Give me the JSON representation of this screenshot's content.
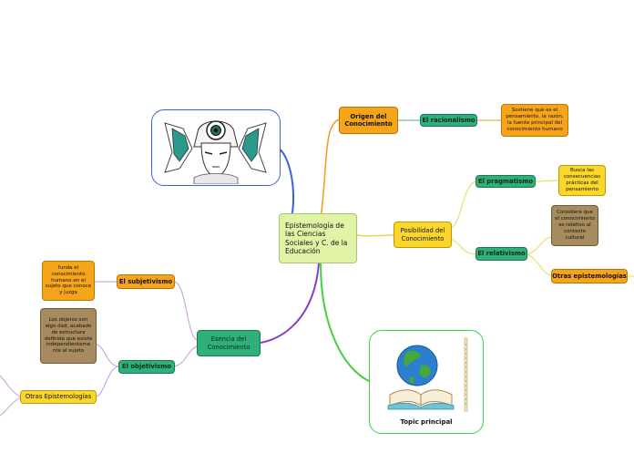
{
  "central": {
    "title": "Epistemología de las Ciencias Sociales y C. de la Educación"
  },
  "origen": {
    "label": "Origen del Conocimiento",
    "racionalismo": "El racionalismo",
    "racionalismo_note": "Sostiene que es el pensamiento, la razón, la fuente principal del conocimiento humano"
  },
  "posibilidad": {
    "label": "Posibilidad del Conocimiento",
    "pragmatismo": "El pragmatismo",
    "pragmatismo_note": "Busca las consecuencias prácticas del pensamiento",
    "relativismo": "El relativismo",
    "relativismo_note": "Considera que el conocimiento es relativo al contexto cultural",
    "otras": "Otras epistemologías"
  },
  "esencia": {
    "label": "Esencia del Conocimiento",
    "subjetivismo": "El subjetivismo",
    "subjetivismo_note": "funda el conocimiento humano en el sujeto que conoce y juzga",
    "objetivismo": "El objetivismo",
    "objetivismo_note": "Los objetos son algo dad, acabado de estructura definida que existe independienteme nte al sujeto",
    "otras": "Otras Epistemologías"
  },
  "topic": {
    "label": "Topic principal"
  },
  "colors": {
    "blue_branch": "#3a64d8",
    "orange_branch": "#f29a1c",
    "yellow_branch": "#e8d84a",
    "purple_branch": "#8a3ec6",
    "green_branch": "#3fd23f"
  }
}
